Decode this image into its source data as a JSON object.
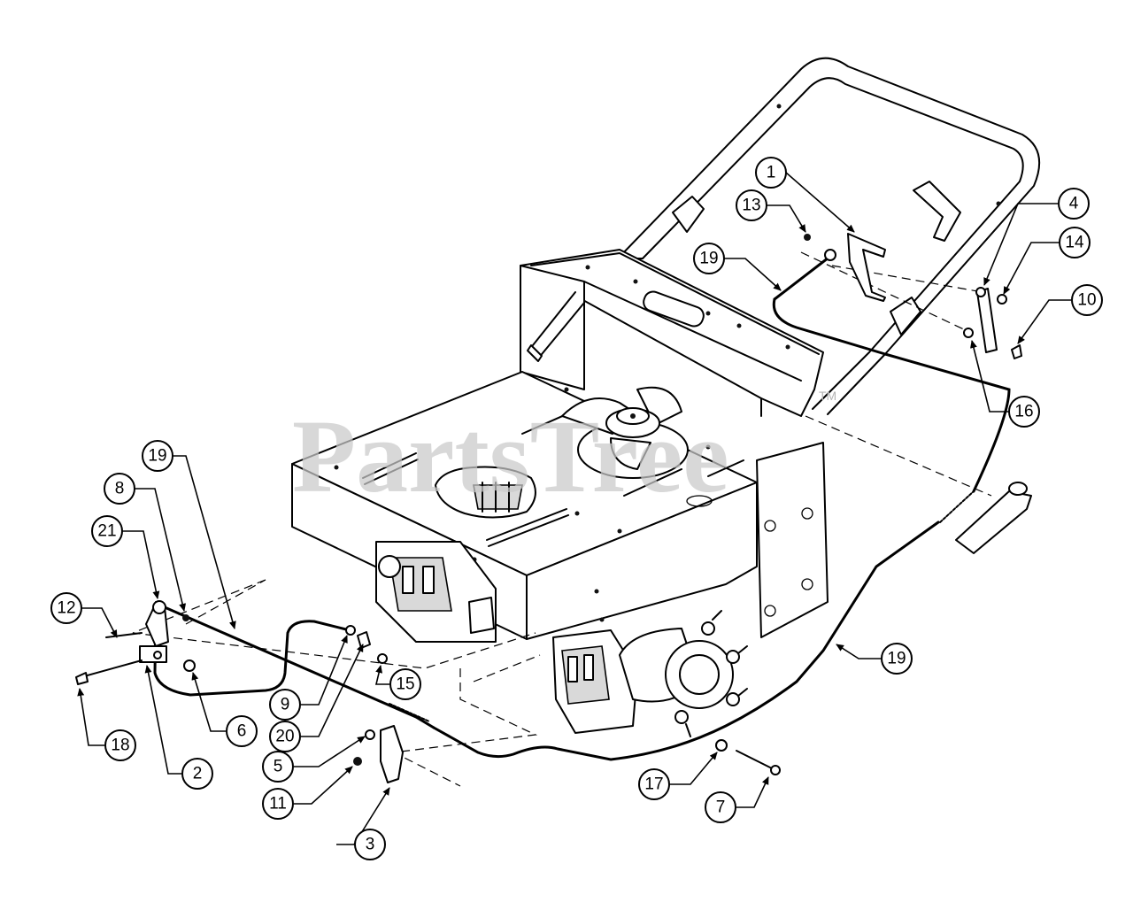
{
  "watermark": {
    "text": "PartsTree",
    "mark": "TM"
  },
  "callouts": [
    "1",
    "13",
    "19",
    "4",
    "14",
    "10",
    "16",
    "19",
    "8",
    "21",
    "12",
    "18",
    "2",
    "6",
    "9",
    "20",
    "15",
    "5",
    "11",
    "3",
    "17",
    "7",
    "19"
  ]
}
